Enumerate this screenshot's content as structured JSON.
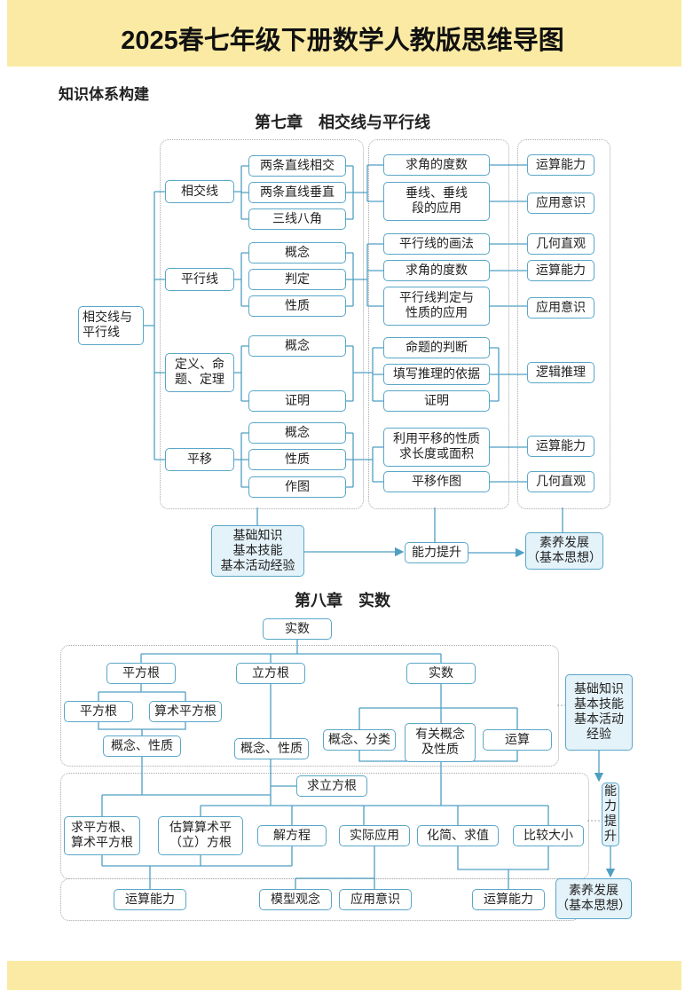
{
  "title": "2025春七年级下册数学人教版思维导图",
  "section_heading": "知识体系构建",
  "ch7": {
    "title": "第七章　相交线与平行线",
    "root": "相交线与\n平行线",
    "l1": [
      "相交线",
      "平行线",
      "定义、命\n题、定理",
      "平移"
    ],
    "l2": [
      "两条直线相交",
      "两条直线垂直",
      "三线八角",
      "概念",
      "判定",
      "性质",
      "概念",
      "证明",
      "概念",
      "性质",
      "作图"
    ],
    "l3": [
      "求角的度数",
      "垂线、垂线\n段的应用",
      "平行线的画法",
      "求角的度数",
      "平行线判定与\n性质的应用",
      "命题的判断",
      "填写推理的依据",
      "证明",
      "利用平移的性质\n求长度或面积",
      "平移作图"
    ],
    "l4": [
      "运算能力",
      "应用意识",
      "几何直观",
      "运算能力",
      "应用意识",
      "逻辑推理",
      "运算能力",
      "几何直观"
    ],
    "bottom": [
      "基础知识\n基本技能\n基本活动经验",
      "能力提升",
      "素养发展\n（基本思想）"
    ]
  },
  "ch8": {
    "title": "第八章　实数",
    "root": "实数",
    "n": [
      "平方根",
      "立方根",
      "实数",
      "平方根",
      "算术平方根",
      "概念、性质",
      "概念、性质",
      "概念、分类",
      "有关概念\n及性质",
      "运算",
      "求立方根",
      "求平方根、\n算术平方根",
      "估算算术平\n（立）方根",
      "解方程",
      "实际应用",
      "化简、求值",
      "比较大小",
      "运算能力",
      "模型观念",
      "应用意识",
      "运算能力"
    ],
    "side": [
      "基础知识\n基本技能\n基本活动\n经验",
      "能\n力\n提\n升",
      "素养发展\n（基本思想）"
    ]
  },
  "colors": {
    "line": "#4f9fc3",
    "band": "#fbeaa3",
    "fill": "#e4f2f9"
  }
}
